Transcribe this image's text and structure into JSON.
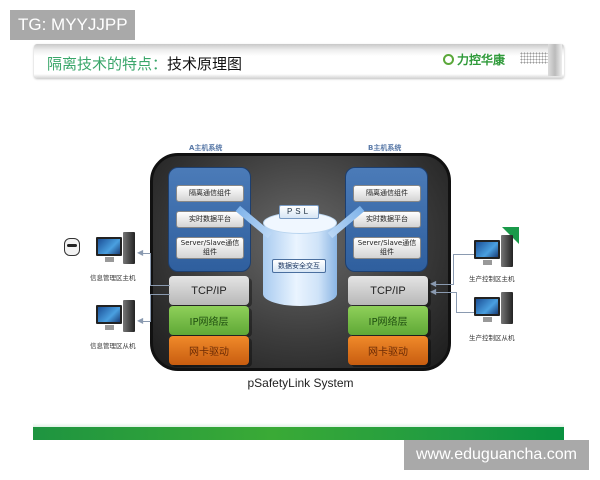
{
  "watermarks": {
    "top": "TG: MYYJJPP",
    "bottom": "www.eduguancha.com"
  },
  "header": {
    "title_highlight": "隔离技术的特点",
    "title_separator": "：",
    "title_rest": "技术原理图",
    "brand_name": "力控华康",
    "brand_color": "#2f9a3a",
    "title_color": "#3aa66a"
  },
  "diagram": {
    "caption": "pSafetyLink System",
    "host_a": {
      "label": "A主机系统",
      "components": [
        "隔离通信组件",
        "实时数据平台",
        "Server/Slave通信组件"
      ],
      "layers": [
        "TCP/IP",
        "IP网络层",
        "网卡驱动"
      ]
    },
    "host_b": {
      "label": "B主机系统",
      "components": [
        "隔离通信组件",
        "实时数据平台",
        "Server/Slave通信组件"
      ],
      "layers": [
        "TCP/IP",
        "IP网络层",
        "网卡驱动"
      ]
    },
    "psl": {
      "label": "PSL",
      "exchange": "数据安全交互"
    },
    "left_clients": [
      {
        "label": "信息管理区主机"
      },
      {
        "label": "信息管理区从机"
      }
    ],
    "right_clients": [
      {
        "label": "生产控制区主机"
      },
      {
        "label": "生产控制区从机"
      }
    ],
    "layer_colors": {
      "tcp": "#c8c8c8",
      "ip": "#72b944",
      "nic": "#e07420"
    }
  },
  "footer": {
    "bar_color": "#2a9e3c"
  }
}
